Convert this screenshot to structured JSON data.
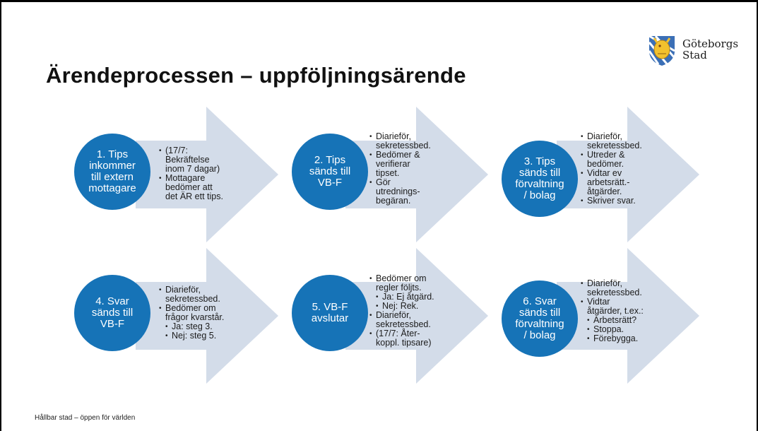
{
  "title": "Ärendeprocessen – uppföljningsärende",
  "logo": {
    "line1": "Göteborgs",
    "line2": "Stad",
    "icon": "goteborg-coat-of-arms-icon"
  },
  "footer": "Hållbar stad – öppen för världen",
  "colors": {
    "circle": "#1673b7",
    "arrow": "#d3dce9",
    "text": "#1c1c1c"
  },
  "steps": [
    {
      "label": "1. Tips\ninkommer\ntill extern\nmottagare",
      "bullets": [
        "(17/7:\nBekräftelse\ninom 7 dagar)",
        "Mottagare\nbedömer att\ndet ÄR ett tips."
      ]
    },
    {
      "label": "2. Tips\nsänds till\nVB-F",
      "bullets": [
        "Diarieför,\nsekretessbed.",
        "Bedömer &\nverifierar\ntipset.",
        "Gör\nutrednings-\nbegäran."
      ]
    },
    {
      "label": "3. Tips\nsänds till\nförvaltning\n/ bolag",
      "bullets": [
        "Diarieför,\nsekretessbed.",
        "Utreder &\nbedömer.",
        "Vidtar ev\narbetsrätt.-\nåtgärder.",
        "Skriver svar."
      ]
    },
    {
      "label": "4. Svar\nsänds till\nVB-F",
      "bullets": [
        "Diarieför,\nsekretessbed.",
        "Bedömer om\nfrågor kvarstår.",
        "Ja: steg 3.",
        "Nej: steg 5."
      ]
    },
    {
      "label": "5. VB-F\navslutar",
      "bullets": [
        "Bedömer om\nregler följts.",
        "Ja: Ej åtgärd.",
        "Nej: Rek.",
        "Diarieför,\nsekretessbed.",
        "(17/7: Åter-\nkoppl. tipsare)"
      ]
    },
    {
      "label": "6. Svar\nsänds till\nförvaltning\n/ bolag",
      "bullets": [
        "Diarieför,\nsekretessbed.",
        "Vidtar\nåtgärder, t.ex.:",
        "Arbetsrätt?",
        "Stoppa.",
        "Förebygga."
      ]
    }
  ]
}
